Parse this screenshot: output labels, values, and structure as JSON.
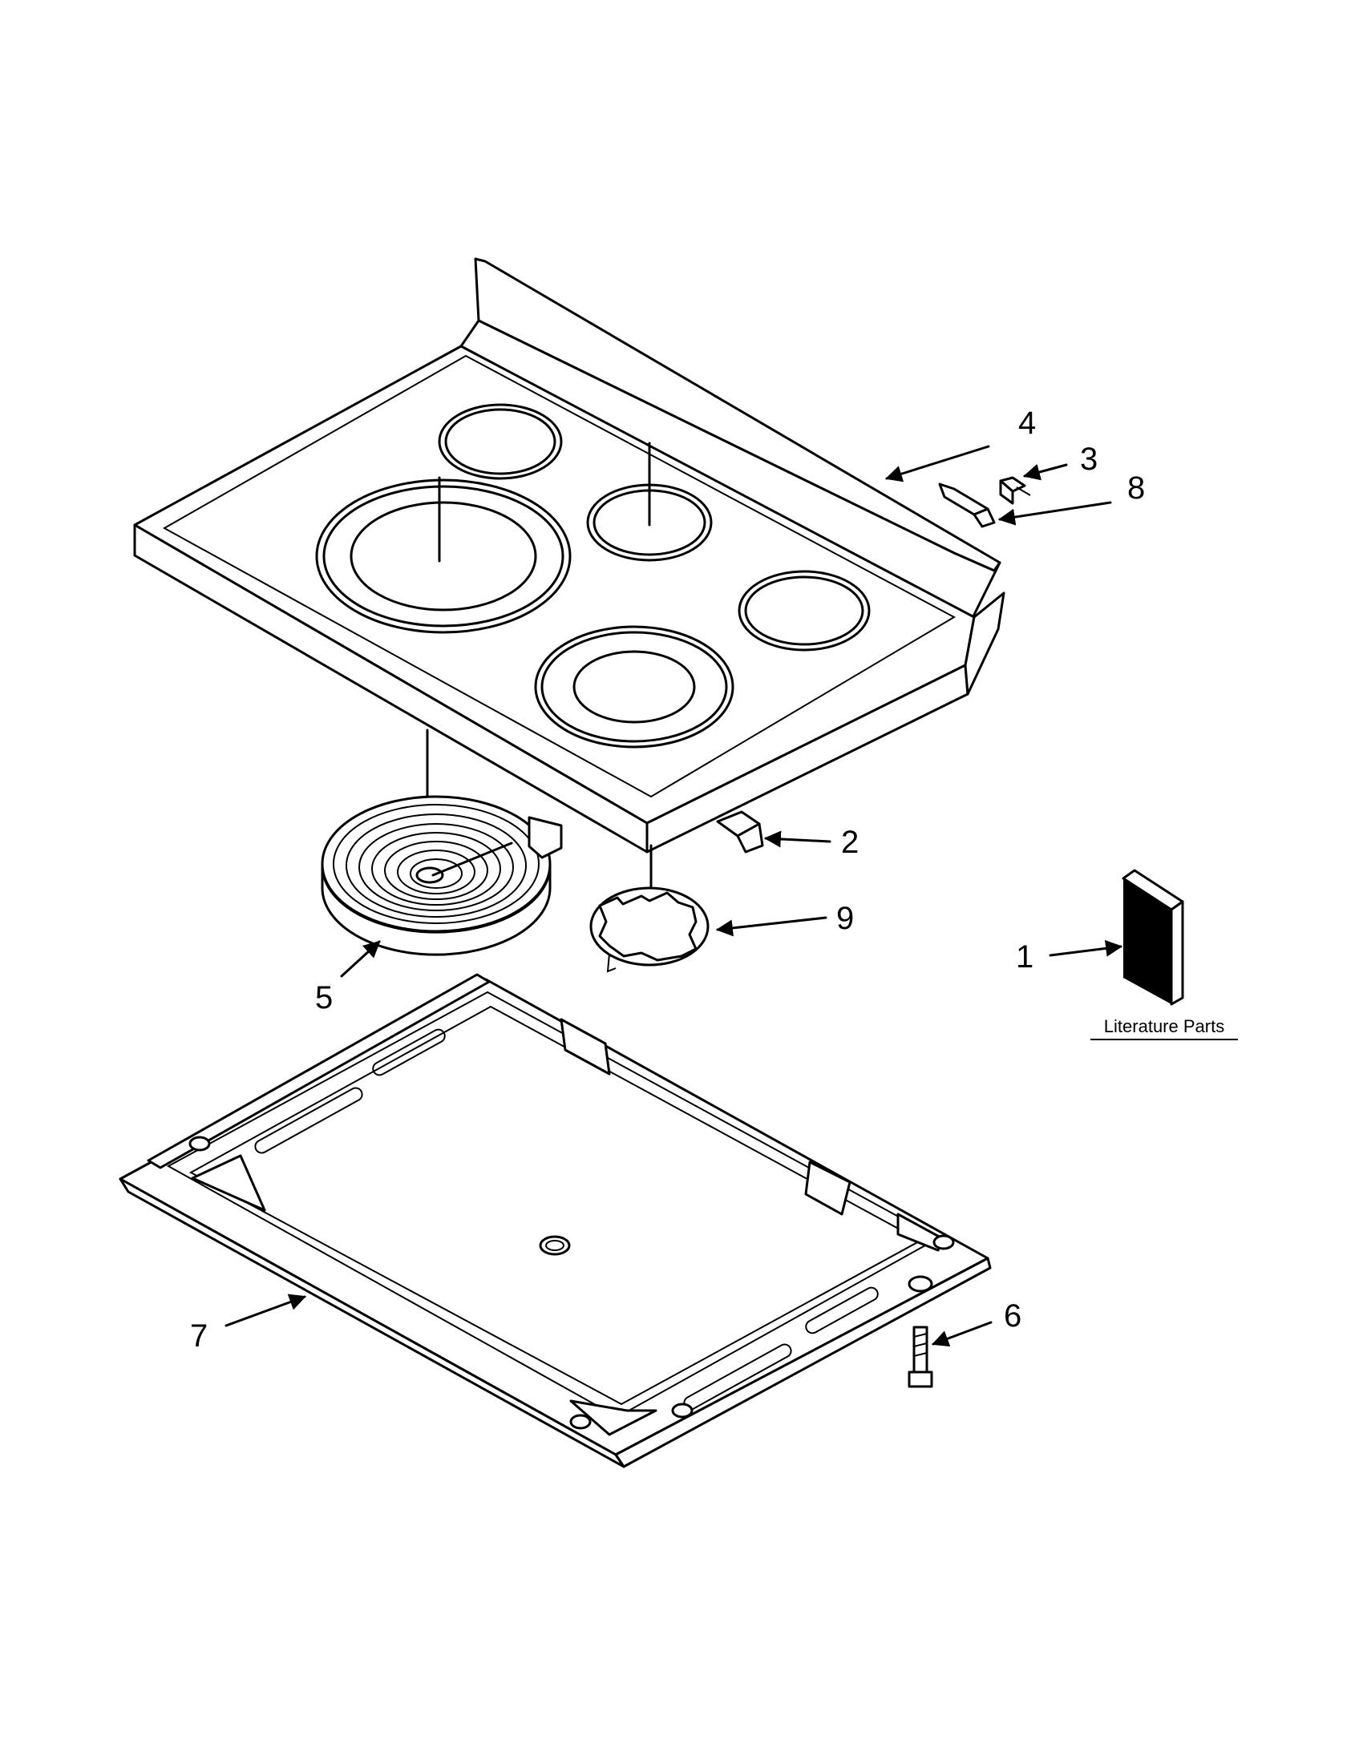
{
  "diagram": {
    "callouts": [
      {
        "id": "1",
        "text": "1"
      },
      {
        "id": "2",
        "text": "2"
      },
      {
        "id": "3",
        "text": "3"
      },
      {
        "id": "4",
        "text": "4"
      },
      {
        "id": "5",
        "text": "5"
      },
      {
        "id": "6",
        "text": "6"
      },
      {
        "id": "7",
        "text": "7"
      },
      {
        "id": "8",
        "text": "8"
      },
      {
        "id": "9",
        "text": "9"
      }
    ],
    "literature_label": "Literature Parts"
  }
}
